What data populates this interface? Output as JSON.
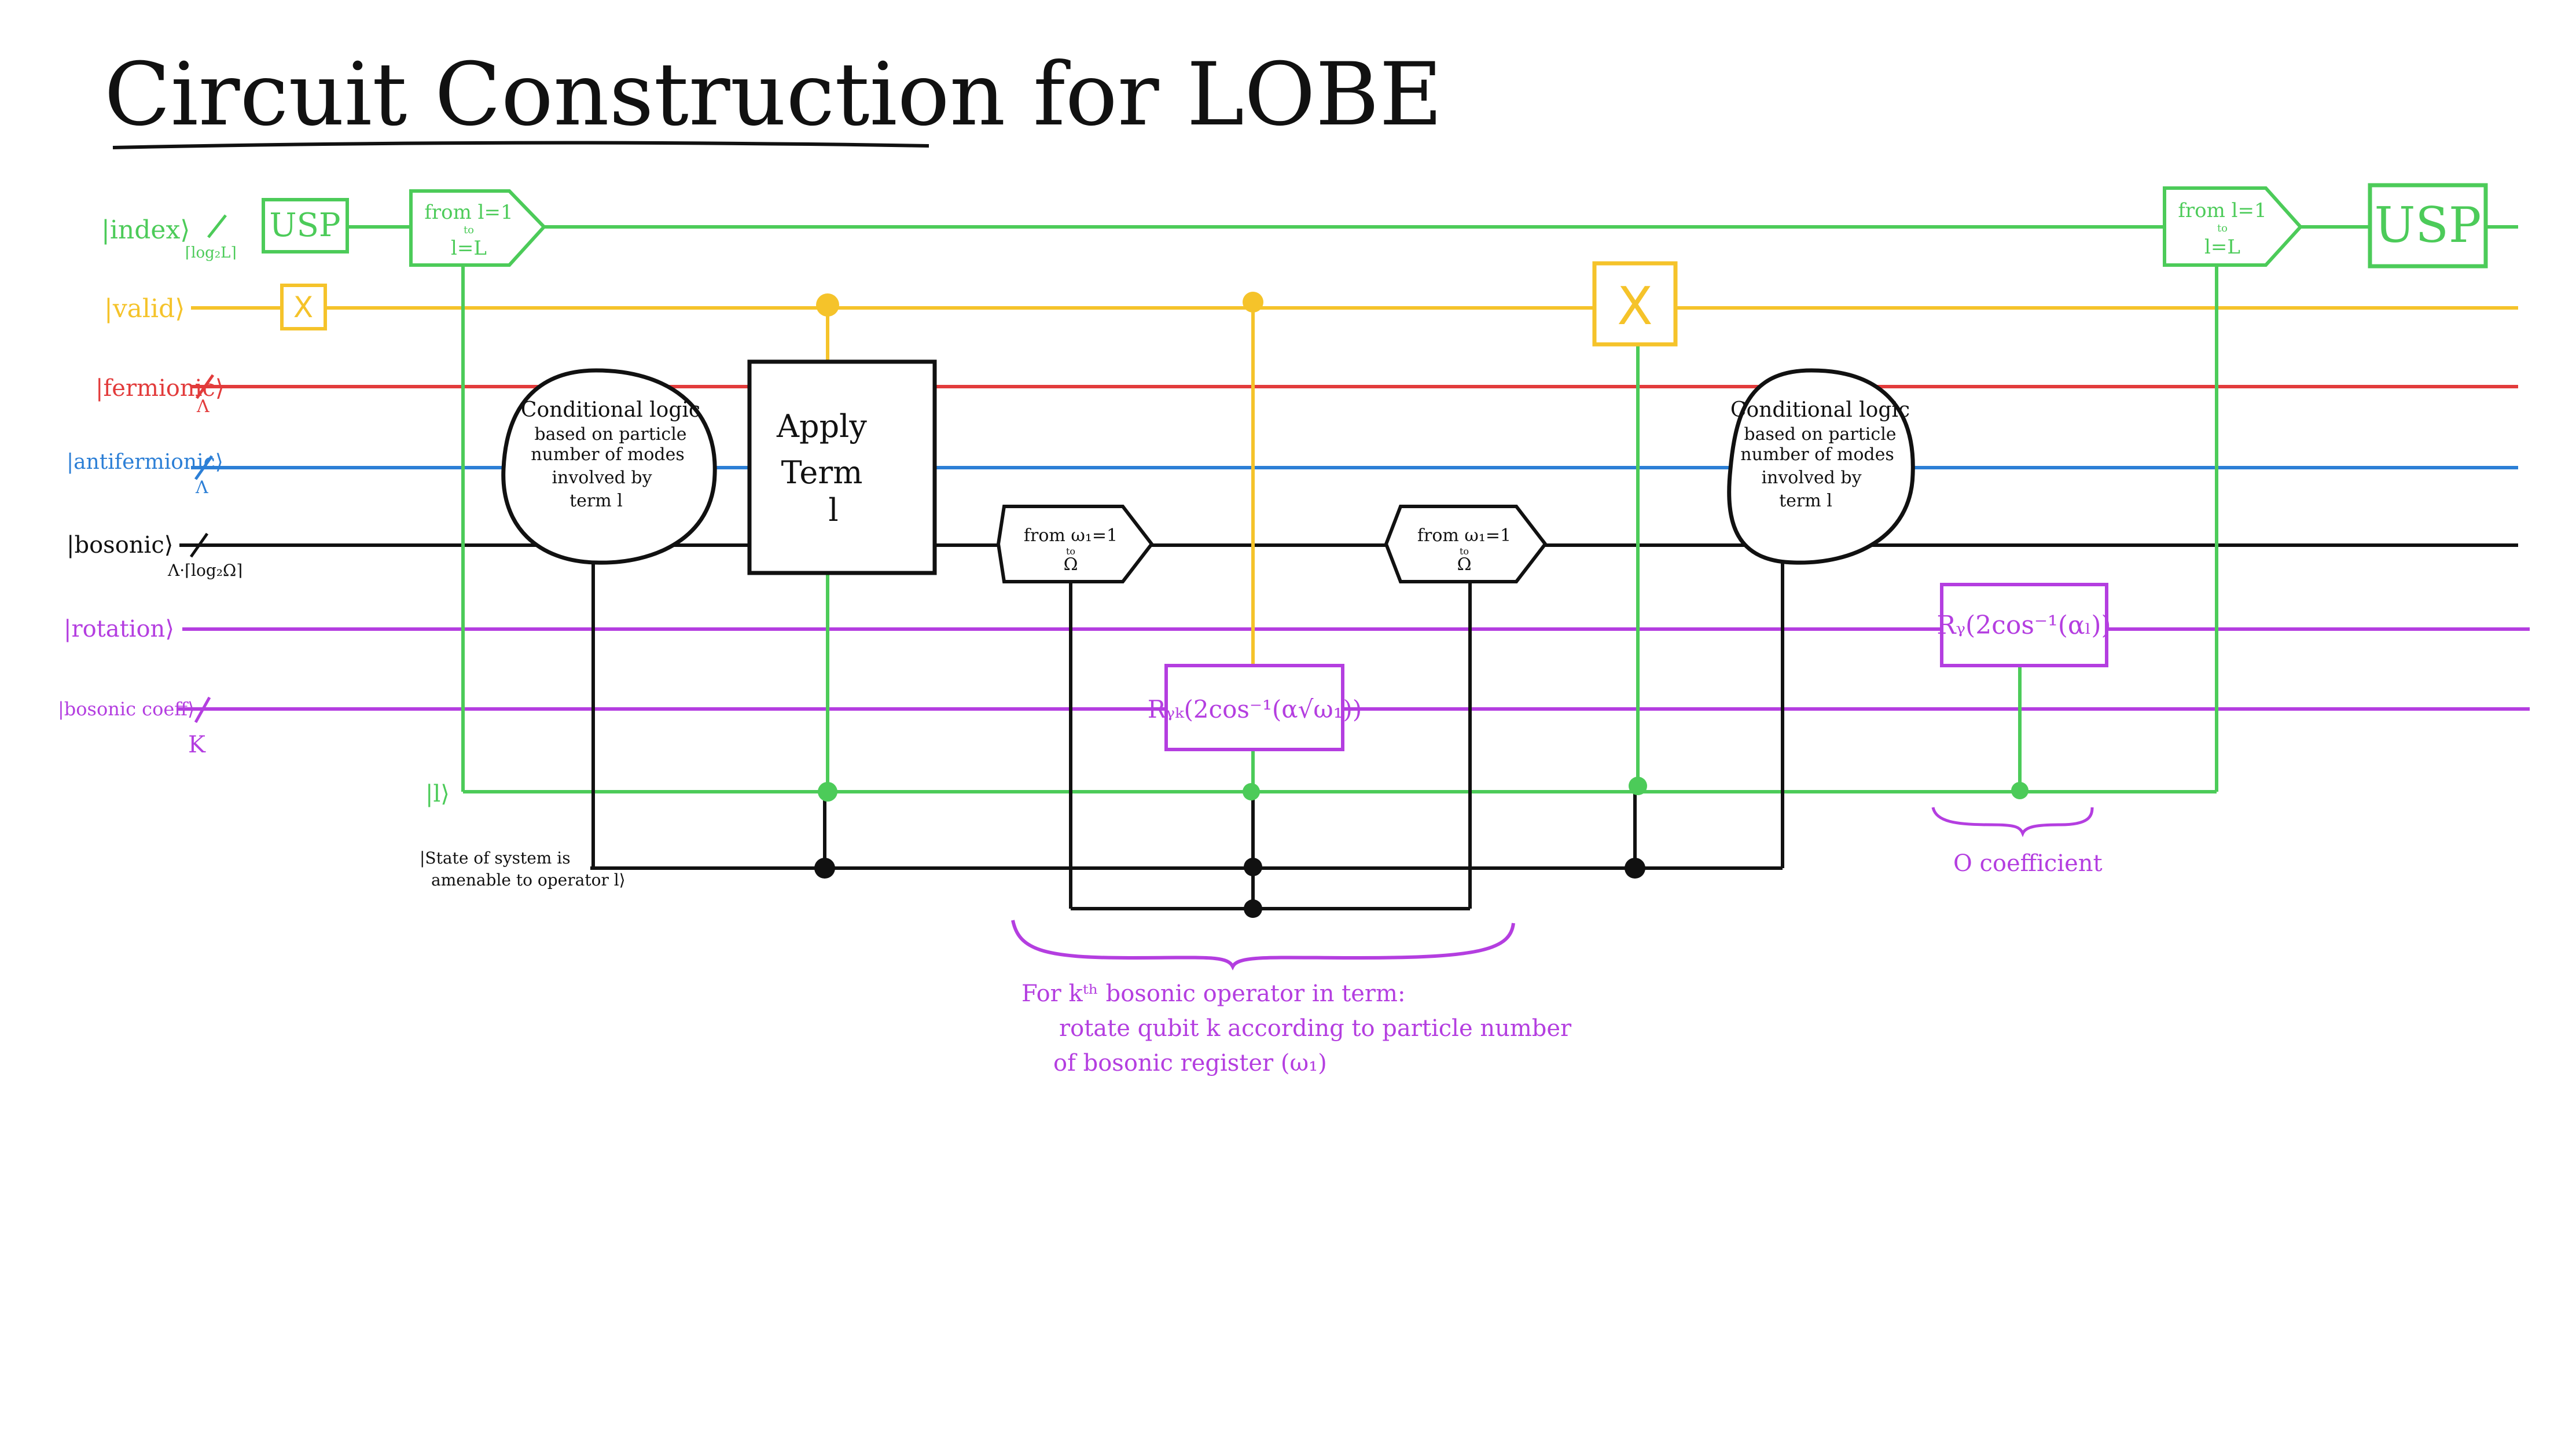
{
  "title": "Circuit Construction for LOBE",
  "colors": {
    "index": "#4ccb59",
    "valid": "#f5c32a",
    "fermionic": "#e23b3b",
    "antifermionic": "#2c7fd6",
    "bosonic": "#111111",
    "rotation": "#b43ee0",
    "bosonic_coeff": "#b43ee0",
    "ancilla": "#4ccb59",
    "state": "#111111"
  },
  "wires": {
    "index": "|index⟩",
    "valid": "|valid⟩",
    "fermionic": "|fermionic⟩",
    "antifermionic": "|antifermionic⟩",
    "bosonic": "|bosonic⟩",
    "rotation": "|rotation⟩",
    "bosonic_coeff": "|bosonic coeff⟩",
    "ancilla": "|l⟩",
    "state_line1": "|State of system is",
    "state_line2": "amenable to operator l⟩"
  },
  "register_sizes": {
    "index": "⌈log₂L⌉",
    "fermionic": "Λ",
    "antifermionic": "Λ",
    "bosonic": "Λ·⌈log₂Ω⌉",
    "bosonic_coeff": "K"
  },
  "gates": {
    "usp": "USP",
    "x": "X",
    "from_l_top": "from l=1",
    "from_l_to": "to",
    "from_l_bottom": "l=L",
    "conditional_logic": [
      "Conditional logic",
      "based on particle",
      "number of modes",
      "involved by",
      "term l"
    ],
    "apply_term": [
      "Apply",
      "Term",
      "l"
    ],
    "from_omega_top": "from ω₁=1",
    "from_omega_to": "to",
    "from_omega_bottom": "Ω",
    "ry_bosonic": "Rᵧₖ(2cos⁻¹(α√ω₁))",
    "ry_coefficient": "Rᵧ(2cos⁻¹(αₗ))"
  },
  "annotations": {
    "bosonic_rotation": [
      "For kᵗʰ bosonic operator in term:",
      "rotate qubit k according to particle number",
      "of bosonic register (ω₁)"
    ],
    "coefficient": "O coefficient"
  }
}
